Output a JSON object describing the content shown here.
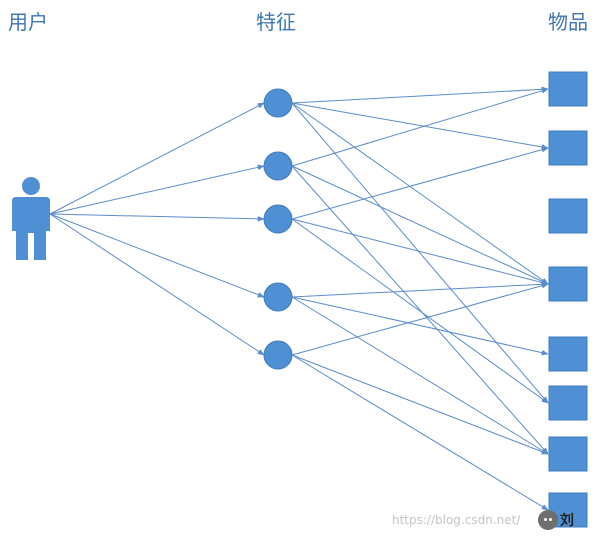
{
  "titles": {
    "user": "用户",
    "feature": "特征",
    "item": "物品"
  },
  "watermark": {
    "url": "https://blog.csdn.net/",
    "author": "刘"
  },
  "icons": {
    "user": "person-icon",
    "feature": "circle-node-icon",
    "item": "square-node-icon",
    "wechat": "wechat-icon"
  },
  "colors": {
    "node_fill": "#4f8fd4",
    "node_stroke": "#3f7cbf",
    "edge": "#5b8ccc",
    "title": "#3d77b5"
  }
}
